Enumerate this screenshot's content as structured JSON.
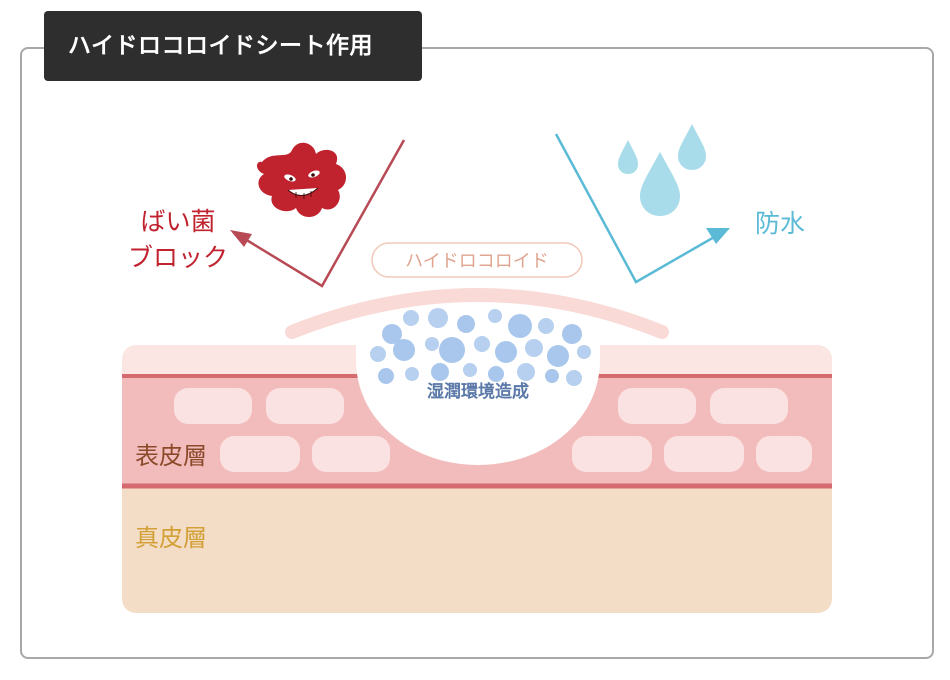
{
  "title": "ハイドロコロイドシート作用",
  "labels": {
    "bacteria_line1": "ばい菌",
    "bacteria_line2": "ブロック",
    "waterproof": "防水",
    "hydrocolloid": "ハイドロコロイド",
    "moist": "湿潤環境造成",
    "epidermis": "表皮層",
    "dermis": "真皮層"
  },
  "colors": {
    "title_bg": "#2e2e2e",
    "bacteria": "#c0222e",
    "bacteria_arrow": "#b84a55",
    "water": "#5bbad5",
    "water_drop": "#a8dcea",
    "hydrocolloid_text": "#e0a590",
    "moist_text": "#5a78a8",
    "epidermis_text": "#8a4a2a",
    "dermis_text": "#d3a036",
    "epidermis_fill": "#f2bcbc",
    "epidermis_line": "#d46a70",
    "dermis_fill": "#f3ddc6",
    "cells": "#fbe2e2"
  },
  "icons": {
    "bacteria": "germ-icon",
    "water": "water-drops-icon"
  }
}
